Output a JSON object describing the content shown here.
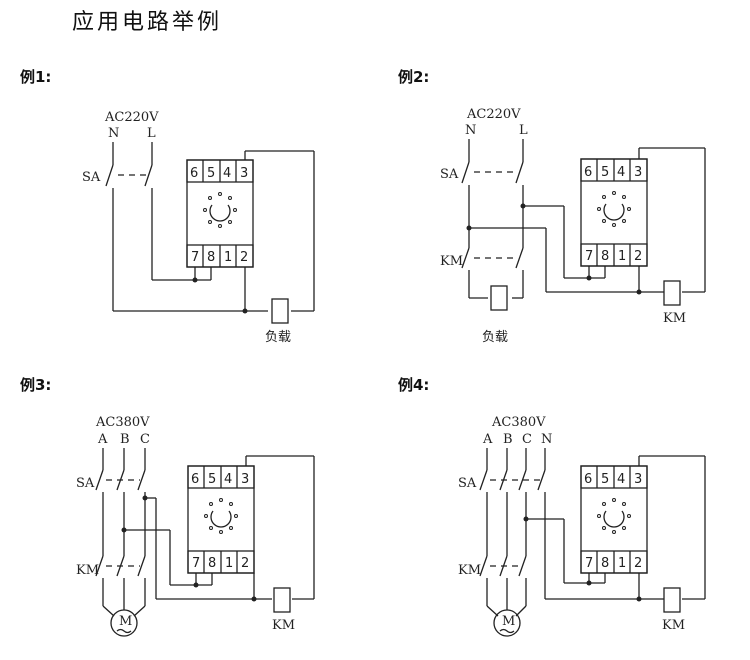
{
  "page_title": "应用电路举例",
  "examples": [
    {
      "label": "例1:",
      "supply": "AC220V",
      "phases": [
        "N",
        "L"
      ],
      "switch_labels": [
        "SA"
      ],
      "load_label": "负载",
      "relay": {
        "top_pins": [
          "6",
          "5",
          "4",
          "3"
        ],
        "bottom_pins": [
          "7",
          "8",
          "1",
          "2"
        ]
      }
    },
    {
      "label": "例2:",
      "supply": "AC220V",
      "phases": [
        "N",
        "L"
      ],
      "switch_labels": [
        "SA",
        "KM"
      ],
      "load_label": "负载",
      "coil_label": "KM",
      "relay": {
        "top_pins": [
          "6",
          "5",
          "4",
          "3"
        ],
        "bottom_pins": [
          "7",
          "8",
          "1",
          "2"
        ]
      }
    },
    {
      "label": "例3:",
      "supply": "AC380V",
      "phases": [
        "A",
        "B",
        "C"
      ],
      "switch_labels": [
        "SA",
        "KM"
      ],
      "coil_label": "KM",
      "motor_label": "M",
      "relay": {
        "top_pins": [
          "6",
          "5",
          "4",
          "3"
        ],
        "bottom_pins": [
          "7",
          "8",
          "1",
          "2"
        ]
      }
    },
    {
      "label": "例4:",
      "supply": "AC380V",
      "phases": [
        "A",
        "B",
        "C",
        "N"
      ],
      "switch_labels": [
        "SA",
        "KM"
      ],
      "coil_label": "KM",
      "motor_label": "M",
      "relay": {
        "top_pins": [
          "6",
          "5",
          "4",
          "3"
        ],
        "bottom_pins": [
          "7",
          "8",
          "1",
          "2"
        ]
      }
    }
  ]
}
